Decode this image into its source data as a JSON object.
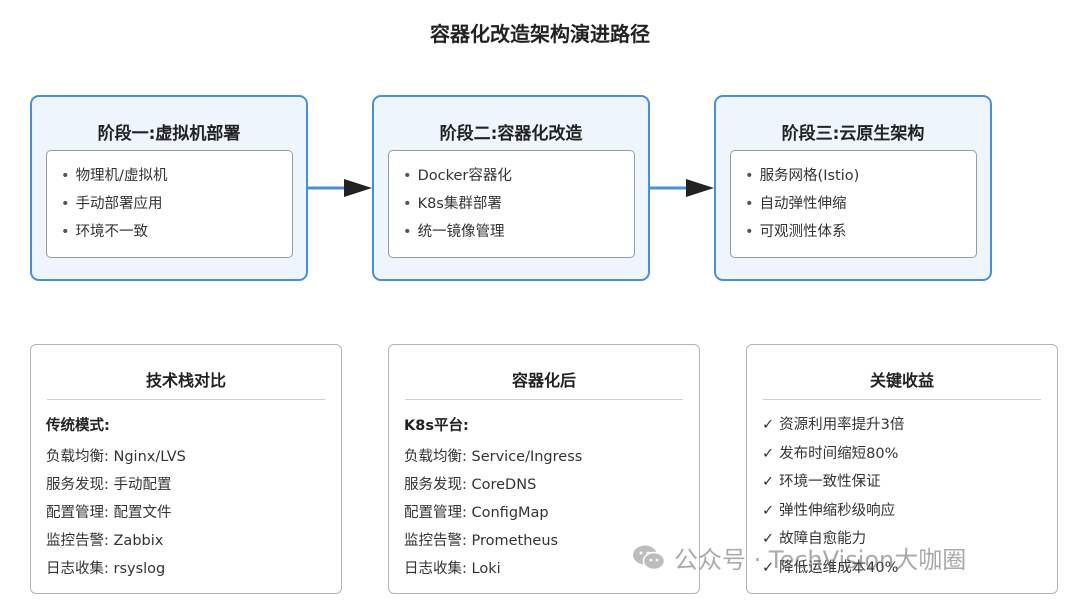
{
  "title": "容器化改造架构演进路径",
  "stages": [
    {
      "title": "阶段一:虚拟机部署",
      "items": [
        "物理机/虚拟机",
        "手动部署应用",
        "环境不一致"
      ]
    },
    {
      "title": "阶段二:容器化改造",
      "items": [
        "Docker容器化",
        "K8s集群部署",
        "统一镜像管理"
      ]
    },
    {
      "title": "阶段三:云原生架构",
      "items": [
        "服务网格(Istio)",
        "自动弹性伸缩",
        "可观测性体系"
      ]
    }
  ],
  "bullet": "•",
  "comparison": {
    "title": "技术栈对比",
    "subtitle": "传统模式:",
    "items": [
      "负载均衡: Nginx/LVS",
      "服务发现: 手动配置",
      "配置管理: 配置文件",
      "监控告警: Zabbix",
      "日志收集: rsyslog"
    ]
  },
  "after": {
    "title": "容器化后",
    "subtitle": "K8s平台:",
    "items": [
      "负载均衡: Service/Ingress",
      "服务发现: CoreDNS",
      "配置管理: ConfigMap",
      "监控告警: Prometheus",
      "日志收集: Loki"
    ]
  },
  "benefits": {
    "title": "关键收益",
    "check": "✓",
    "items": [
      "资源利用率提升3倍",
      "发布时间缩短80%",
      "环境一致性保证",
      "弹性伸缩秒级响应",
      "故障自愈能力",
      "降低运维成本40%"
    ]
  },
  "watermark": {
    "text": "公众号 · TechVision大咖圈",
    "icon": "wechat-icon"
  },
  "colors": {
    "stage_border": "#4a90d9",
    "stage_bg": "#eef5fd",
    "arrow_line": "#4a90d9",
    "arrow_head": "#222222",
    "panel_border": "#b5b5b5"
  }
}
